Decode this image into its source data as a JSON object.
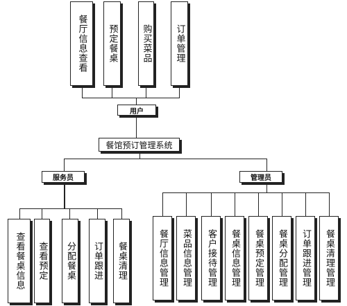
{
  "top_nodes": [
    {
      "label": "餐厅信息查看"
    },
    {
      "label": "预定餐桌"
    },
    {
      "label": "购买菜品"
    },
    {
      "label": "订单管理"
    }
  ],
  "user_node": {
    "label": "用户"
  },
  "system_node": {
    "label": "餐馆预订管理系统"
  },
  "staff_node": {
    "label": "服务员"
  },
  "admin_node": {
    "label": "管理员"
  },
  "staff_children": [
    {
      "label": "查看餐桌信息"
    },
    {
      "label": "查看预定"
    },
    {
      "label": "分配餐桌"
    },
    {
      "label": "订单跟进"
    },
    {
      "label": "餐桌清理"
    }
  ],
  "admin_children": [
    {
      "label": "餐厅信息管理"
    },
    {
      "label": "菜品信息管理"
    },
    {
      "label": "客户接待管理"
    },
    {
      "label": "餐桌信息管理"
    },
    {
      "label": "餐桌预定管理"
    },
    {
      "label": "餐桌分配管理"
    },
    {
      "label": "订单跟进管理"
    },
    {
      "label": "餐桌清理管理"
    }
  ]
}
